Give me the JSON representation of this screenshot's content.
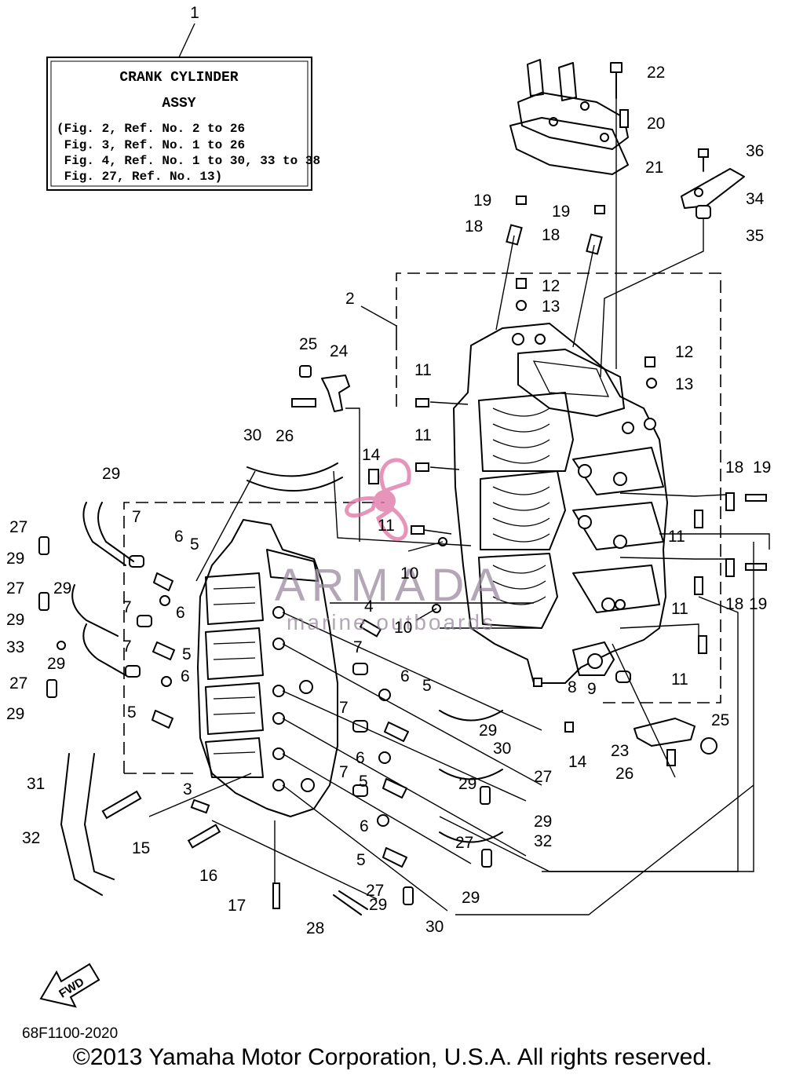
{
  "assy_box": {
    "title_line1": "CRANK CYLINDER",
    "title_line2": "ASSY",
    "refs": [
      "(Fig. 2, Ref. No. 2 to 26",
      " Fig. 3, Ref. No. 1 to 26",
      " Fig. 4, Ref. No. 1 to 30, 33 to 38",
      " Fig. 27, Ref. No. 13)"
    ]
  },
  "callouts": {
    "c1": "1",
    "c2": "2",
    "c3": "3",
    "c4": "4",
    "c5": "5",
    "c6": "6",
    "c7": "7",
    "c8": "8",
    "c9": "9",
    "c10": "10",
    "c11": "11",
    "c12": "12",
    "c13": "13",
    "c14": "14",
    "c15": "15",
    "c16": "16",
    "c17": "17",
    "c18": "18",
    "c19": "19",
    "c20": "20",
    "c21": "21",
    "c22": "22",
    "c23": "23",
    "c24": "24",
    "c25": "25",
    "c26": "26",
    "c27": "27",
    "c28": "28",
    "c29": "29",
    "c30": "30",
    "c31": "31",
    "c32": "32",
    "c33": "33",
    "c34": "34",
    "c35": "35",
    "c36": "36"
  },
  "fwd_label": "FWD",
  "figure_code": "68F1100-2020",
  "copyright": "©2013 Yamaha Motor Corporation, U.S.A. All rights reserved.",
  "watermark": {
    "brand": "ARMADA",
    "tagline": "marine outboards",
    "colors": {
      "logo": "#e07aa8",
      "text": "#9a8aa0"
    }
  }
}
